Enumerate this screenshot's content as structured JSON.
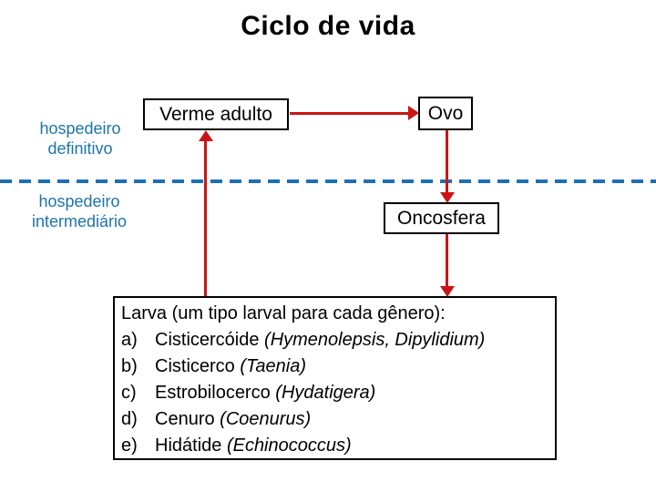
{
  "title": "Ciclo de vida",
  "labels": {
    "host_definitive": "hospedeiro\ndefinitivo",
    "host_intermediate": "hospedeiro\nintermediário"
  },
  "nodes": {
    "verme_adulto": "Verme adulto",
    "ovo": "Ovo",
    "oncosfera": "Oncosfera"
  },
  "larva": {
    "heading": "Larva (um tipo larval para cada gênero):",
    "items": [
      {
        "marker": "a)",
        "pre": "Cisticercóide ",
        "italic": "(Hymenolepsis, Dipylidium)",
        "post": ""
      },
      {
        "marker": "b)",
        "pre": "Cisticerco ",
        "italic": "(Taenia)",
        "post": ""
      },
      {
        "marker": "c)",
        "pre": "Estrobilocerco ",
        "italic": "(Hydatigera)",
        "post": ""
      },
      {
        "marker": "d)",
        "pre": "Cenuro ",
        "italic": "(Coenurus)",
        "post": ""
      },
      {
        "marker": "e)",
        "pre": "Hidátide ",
        "italic": "(Echinococcus)",
        "post": ""
      }
    ]
  },
  "colors": {
    "accent_blue_text": "#1d74ab",
    "divider_blue": "#1d6fb5",
    "arrow_red": "#cc1414",
    "box_border": "#000000",
    "background": "#ffffff"
  }
}
